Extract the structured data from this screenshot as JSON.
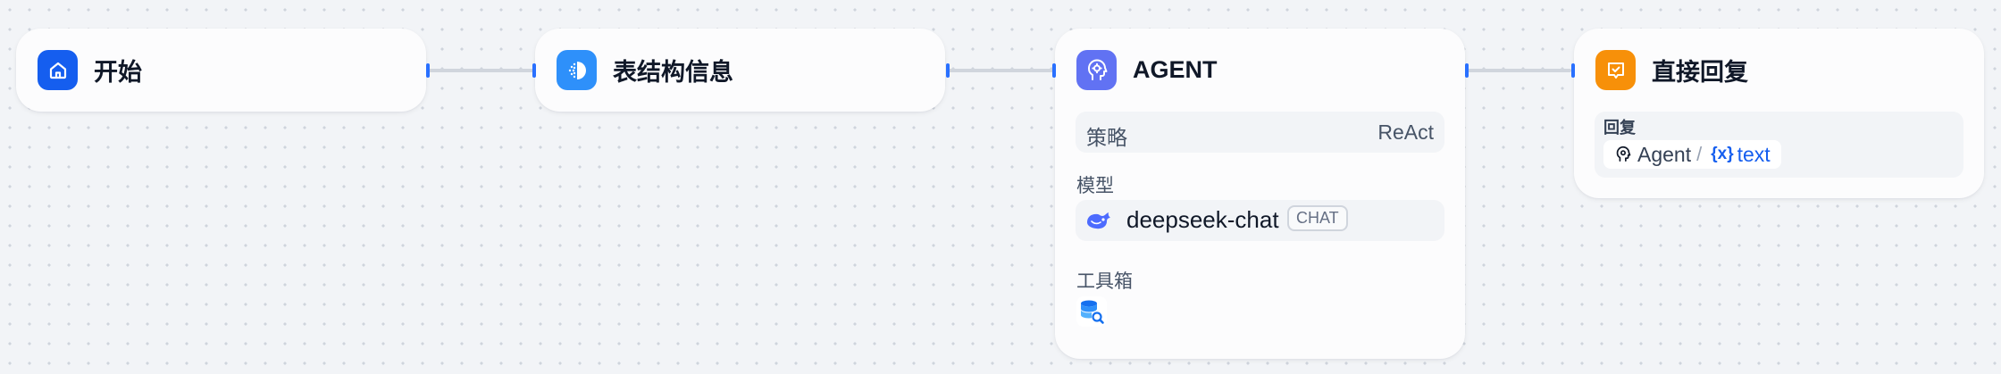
{
  "colors": {
    "canvas": "#f2f4f7",
    "port": "#2970ff",
    "edge": "#d0d5dd",
    "start_icon": "#155eef",
    "schema_icon": "#2e90fa",
    "agent_icon": "#6172f3",
    "answer_icon": "#f79009",
    "variable_text": "#155eef"
  },
  "nodes": {
    "start": {
      "title": "开始",
      "icon": "home-icon"
    },
    "schema": {
      "title": "表结构信息",
      "icon": "knowledge-icon"
    },
    "agent": {
      "title": "AGENT",
      "icon": "agent-icon",
      "strategy_label": "策略",
      "strategy_value": "ReAct",
      "model_label": "模型",
      "model_icon": "deepseek-whale-icon",
      "model_name": "deepseek-chat",
      "model_badge": "CHAT",
      "toolbox_label": "工具箱",
      "tool_icon": "database-search-icon"
    },
    "answer": {
      "title": "直接回复",
      "icon": "reply-icon",
      "reply_label": "回复",
      "var_source": "Agent",
      "var_separator": "/",
      "var_brace": "{x}",
      "var_name": "text"
    }
  }
}
